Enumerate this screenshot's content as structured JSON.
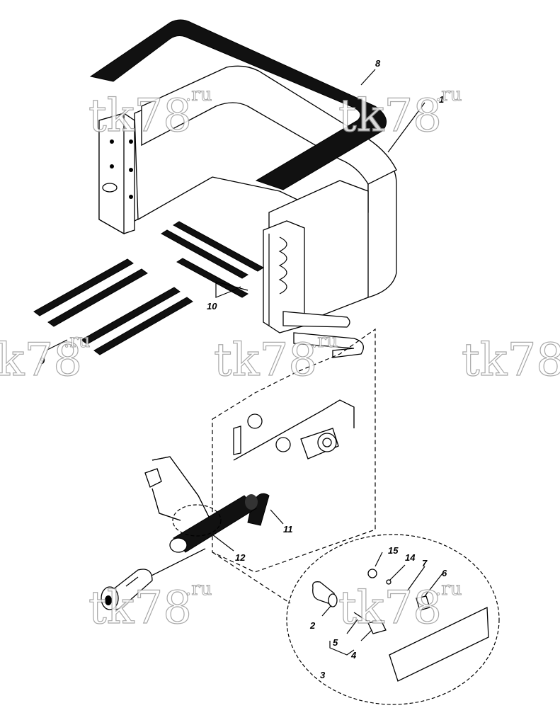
{
  "diagram": {
    "callouts": [
      "1",
      "2",
      "3",
      "4",
      "5",
      "6",
      "7",
      "8",
      "9",
      "10",
      "11",
      "12",
      "14",
      "15"
    ],
    "watermark": {
      "text": "tk78",
      "suffix": ".ru"
    }
  }
}
